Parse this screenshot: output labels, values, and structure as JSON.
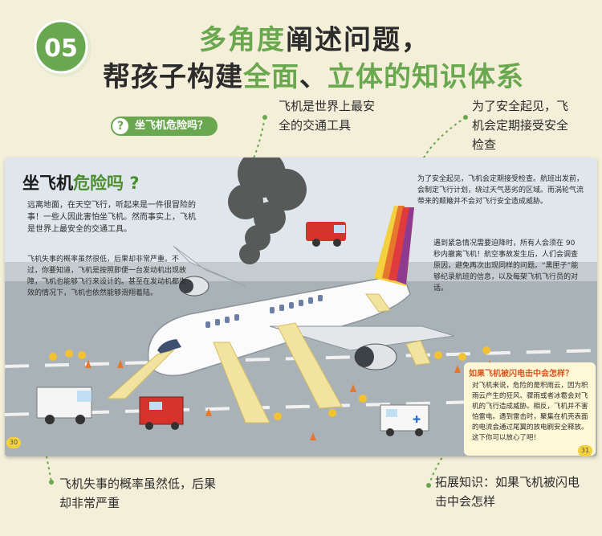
{
  "header": {
    "badge_number": "05",
    "line1_highlight": "多角度",
    "line1_rest": "阐述问题，",
    "line2_prefix": "帮孩子构建",
    "line2_highlight1": "全面",
    "line2_mid": "、",
    "line2_highlight2": "立体的知识体系"
  },
  "callouts": {
    "top_left": "飞机是世界上最安全的交通工具",
    "top_right": "为了安全起见，飞机会定期接受安全检查",
    "bottom_left": "飞机失事的概率虽然低，后果却非常严重",
    "bottom_right": "拓展知识：如果飞机被闪电击中会怎样"
  },
  "section_tag": {
    "icon": "?",
    "label": "坐飞机危险吗？"
  },
  "book_page": {
    "title_prefix": "坐飞机",
    "title_highlight": "危险吗",
    "title_icon": "?",
    "intro": "远离地面，在天空飞行，听起来是一件很冒险的事！一些人因此害怕坐飞机。然而事实上，飞机是世界上最安全的交通工具。",
    "para2": "飞机失事的概率虽然很低，后果却非常严重。不过，你要知道，飞机是按照即便一台发动机出现故障，飞机也能够飞行来设计的。甚至在发动机都失效的情况下，飞机也依然能够滑翔着陆。",
    "para3": "为了安全起见，飞机会定期接受检查。航班出发前，会制定飞行计划，绕过天气恶劣的区域。而涡轮气流带来的颠簸并不会对飞行安全造成威胁。",
    "para4": "遇到紧急情况需要迫降时，所有人会须在 90 秒内撤离飞机！航空事故发生后，人们会调查原因，避免再次出现同样的问题。“黑匣子”能够纪录航班的信息，以及每架飞机飞行员的对话。",
    "info_title": "如果飞机被闪电击中会怎样？",
    "info_body": "对飞机来说，危险的是积雨云，因为积雨云产生的狂风、骤雨或者冰雹会对飞机的飞行造成威胁。相反，飞机并不害怕雷电。遇到雷击时，聚集在机壳表面的电流会通过尾翼的放电刷安全释放。这下你可以放心了吧！",
    "page_left": "30",
    "page_right": "31"
  },
  "colors": {
    "background": "#f4efd9",
    "accent_green": "#6aa84f",
    "info_orange": "#d9541e",
    "sky": "#dfe7ec",
    "tail_stripes": [
      "#f3d03e",
      "#e8772e",
      "#e03a3e",
      "#8e3b8f"
    ]
  }
}
